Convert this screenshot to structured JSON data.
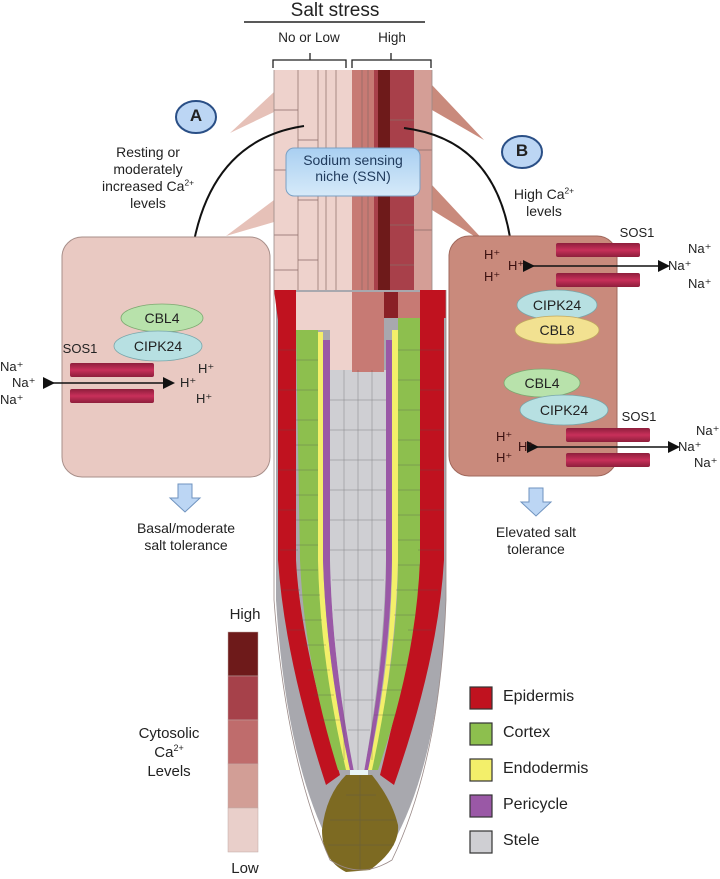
{
  "header": {
    "title": "Salt stress",
    "col_left": "No or Low",
    "col_right": "High"
  },
  "ssn": {
    "line1": "Sodium sensing",
    "line2": "niche (SSN)"
  },
  "panel_a": {
    "badge": "A",
    "caption_lines": [
      "Resting or",
      "moderately",
      "increased Ca",
      "levels"
    ],
    "caption_sup": "2+",
    "proteins": [
      "CBL4",
      "CIPK24"
    ],
    "transporter": "SOS1",
    "na_ions": [
      "Na⁺",
      "Na⁺",
      "Na⁺"
    ],
    "h_ions": [
      "H⁺",
      "H⁺",
      "H⁺"
    ],
    "outcome_lines": [
      "Basal/moderate",
      "salt tolerance"
    ]
  },
  "panel_b": {
    "badge": "B",
    "caption_lines": [
      "High Ca",
      "levels"
    ],
    "caption_sup": "2+",
    "complex1": [
      "CIPK24",
      "CBL8"
    ],
    "complex2": [
      "CBL4",
      "CIPK24"
    ],
    "transporter": "SOS1",
    "na_ions": [
      "Na⁺",
      "Na⁺",
      "Na⁺"
    ],
    "h_ions": [
      "H⁺",
      "H⁺",
      "H⁺"
    ],
    "outcome_lines": [
      "Elevated salt",
      "tolerance"
    ]
  },
  "scale": {
    "title_lines": [
      "Cytosolic",
      "Ca",
      "Levels"
    ],
    "title_sup": "2+",
    "high": "High",
    "low": "Low",
    "levels": [
      "#6e1a1a",
      "#a6414a",
      "#bf6c6c",
      "#d29e96",
      "#e9cfca"
    ]
  },
  "legend": {
    "items": [
      {
        "label": "Epidermis",
        "color": "#c0121f"
      },
      {
        "label": "Cortex",
        "color": "#8dbf4e"
      },
      {
        "label": "Endodermis",
        "color": "#f3ef6a"
      },
      {
        "label": "Pericycle",
        "color": "#9a58a6"
      },
      {
        "label": "Stele",
        "color": "#cfcfd3"
      }
    ]
  },
  "colors": {
    "cell_pale": "#eed2cc",
    "cell_box_a": "#e9c9c2",
    "cell_box_b": "#c98a7c",
    "badge_fill": "#bcd6f4",
    "badge_stroke": "#2a4f86",
    "ssn_fill": "#bfdcf4",
    "cbl4": "#b8e2ab",
    "cipk24": "#b7e0e2",
    "cbl8": "#f2e191",
    "sos1": "#b4284f",
    "columella": "#7d6a22",
    "lrc": "#a8a8ae",
    "arrow_fill": "#bcd6f4"
  }
}
